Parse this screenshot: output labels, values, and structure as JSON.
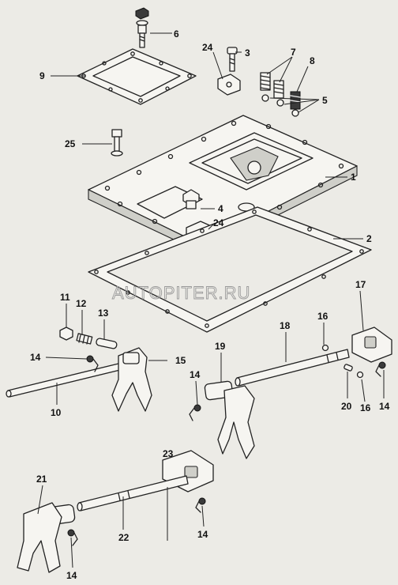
{
  "watermark": "AUTOPITER.RU",
  "callouts": {
    "c1": "1",
    "c2": "2",
    "c3": "3",
    "c4": "4",
    "c5": "5",
    "c6": "6",
    "c7": "7",
    "c8": "8",
    "c9": "9",
    "c10": "10",
    "c11": "11",
    "c12": "12",
    "c13": "13",
    "c14a": "14",
    "c14b": "14",
    "c14c": "14",
    "c14d": "14",
    "c14e": "14",
    "c15": "15",
    "c16a": "16",
    "c16b": "16",
    "c17": "17",
    "c18": "18",
    "c19": "19",
    "c20": "20",
    "c21": "21",
    "c22": "22",
    "c23": "23",
    "c24a": "24",
    "c24b": "24",
    "c25": "25"
  },
  "colors": {
    "background": "#ecebe6",
    "ink": "#222222",
    "watermark": "#9a9a9a"
  }
}
